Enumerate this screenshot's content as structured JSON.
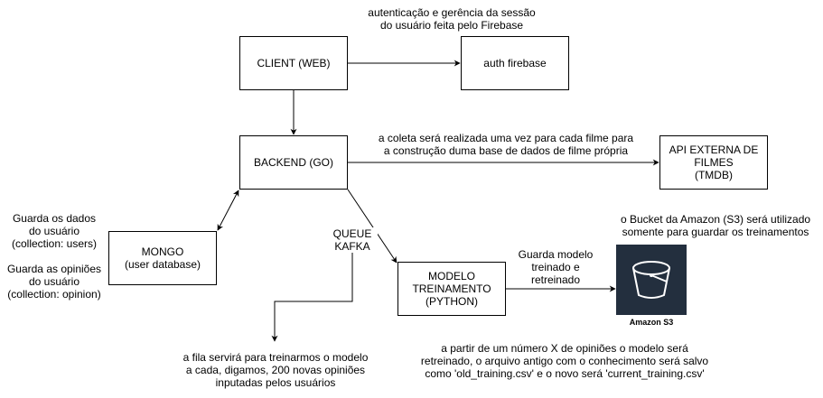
{
  "nodes": {
    "client": "CLIENT (WEB)",
    "auth": "auth firebase",
    "backend": "BACKEND (GO)",
    "api": "API EXTERNA DE\nFILMES\n(TMDB)",
    "mongo": "MONGO\n(user database)",
    "modelo": "MODELO\nTREINAMENTO\n(PYTHON)",
    "s3": "Amazon S3"
  },
  "labels": {
    "auth_note": "autenticação e gerência da sessão\ndo usuário feita pelo Firebase",
    "tmdb_note": "a coleta será realizada uma vez para cada filme para\na construção duma base de dados de filme própria",
    "mongo_note": "Guarda os dados\ndo usuário\n(collection: users)\n\nGuarda as opiniões\ndo usuário\n(collection: opinion)",
    "queue": "QUEUE\nKAFKA",
    "bucket_note": "o Bucket da Amazon (S3) será utilizado\nsomente para guardar os treinamentos",
    "model_store": "Guarda modelo\ntreinado e\nretreinado",
    "queue_note": "a fila servirá para treinarmos o modelo\na cada, digamos, 200 novas opiniões\ninputadas pelos usuários",
    "retrain_note": "a partir de um número X de opiniões o modelo será\nretreinado, o arquivo antigo com o conhecimento será salvo\ncomo 'old_training.csv' e o novo será 'current_training.csv'"
  },
  "icons": {
    "s3": "bucket-icon"
  },
  "colors": {
    "s3_bg": "#232f3e",
    "stroke": "#000000"
  }
}
